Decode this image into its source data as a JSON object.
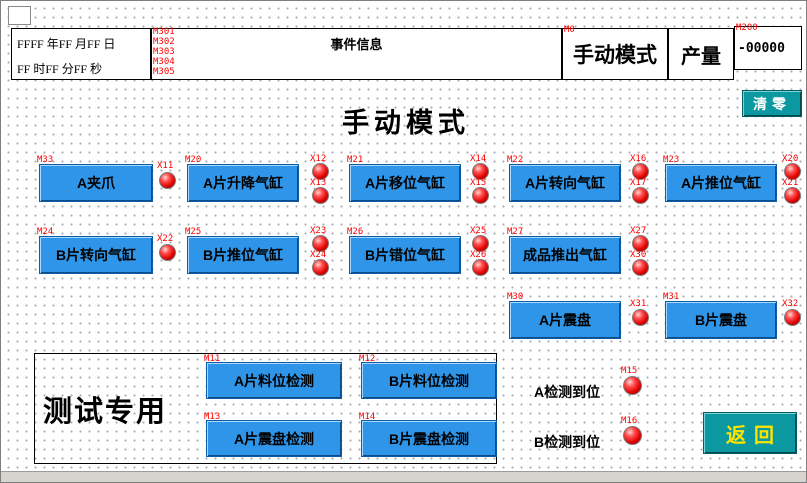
{
  "header": {
    "date_line1": "FFFF 年FF 月FF 日",
    "date_line2": "FF 时FF 分FF 秒",
    "datetime_tags": [
      "M301",
      "M302",
      "M303",
      "M304",
      "M305"
    ],
    "event_title": "事件信息",
    "mode_label": "手动模式",
    "mode_tag": "M0",
    "output_label": "产量",
    "counter_value": "-00000",
    "counter_tag": "M200",
    "clear_button": "清零"
  },
  "page_title": "手动模式",
  "manual_buttons": {
    "row1": [
      {
        "tag": "M33",
        "label": "A夹爪",
        "leds": [
          {
            "tag": "X11"
          }
        ]
      },
      {
        "tag": "M20",
        "label": "A片升降气缸",
        "leds": [
          {
            "tag": "X12"
          },
          {
            "tag": "X13"
          }
        ]
      },
      {
        "tag": "M21",
        "label": "A片移位气缸",
        "leds": [
          {
            "tag": "X14"
          },
          {
            "tag": "X15"
          }
        ]
      },
      {
        "tag": "M22",
        "label": "A片转向气缸",
        "leds": [
          {
            "tag": "X16"
          },
          {
            "tag": "X17"
          }
        ]
      },
      {
        "tag": "M23",
        "label": "A片推位气缸",
        "leds": [
          {
            "tag": "X20"
          },
          {
            "tag": "X21"
          }
        ]
      }
    ],
    "row2": [
      {
        "tag": "M24",
        "label": "B片转向气缸",
        "leds": [
          {
            "tag": "X22"
          }
        ]
      },
      {
        "tag": "M25",
        "label": "B片推位气缸",
        "leds": [
          {
            "tag": "X23"
          },
          {
            "tag": "X24"
          }
        ]
      },
      {
        "tag": "M26",
        "label": "B片错位气缸",
        "leds": [
          {
            "tag": "X25"
          },
          {
            "tag": "X26"
          }
        ]
      },
      {
        "tag": "M27",
        "label": "成品推出气缸",
        "leds": [
          {
            "tag": "X27"
          },
          {
            "tag": "X30"
          }
        ]
      }
    ],
    "row3": [
      {
        "tag": "M30",
        "label": "A片震盘",
        "leds": [
          {
            "tag": "X31"
          }
        ]
      },
      {
        "tag": "M31",
        "label": "B片震盘",
        "leds": [
          {
            "tag": "X32"
          }
        ]
      }
    ]
  },
  "test_area": {
    "title": "测试专用",
    "buttons": [
      {
        "tag": "M11",
        "label": "A片料位检测"
      },
      {
        "tag": "M12",
        "label": "B片料位检测"
      },
      {
        "tag": "M13",
        "label": "A片震盘检测"
      },
      {
        "tag": "M14",
        "label": "B片震盘检测"
      }
    ]
  },
  "detection": [
    {
      "tag": "M15",
      "label": "A检测到位"
    },
    {
      "tag": "M16",
      "label": "B检测到位"
    }
  ],
  "footer": {
    "back_button": "返回"
  },
  "colors": {
    "button_blue": "#2E95E8",
    "teal": "#0B98A0",
    "led_red": "#DC0000",
    "tag_red": "#FF0000"
  }
}
